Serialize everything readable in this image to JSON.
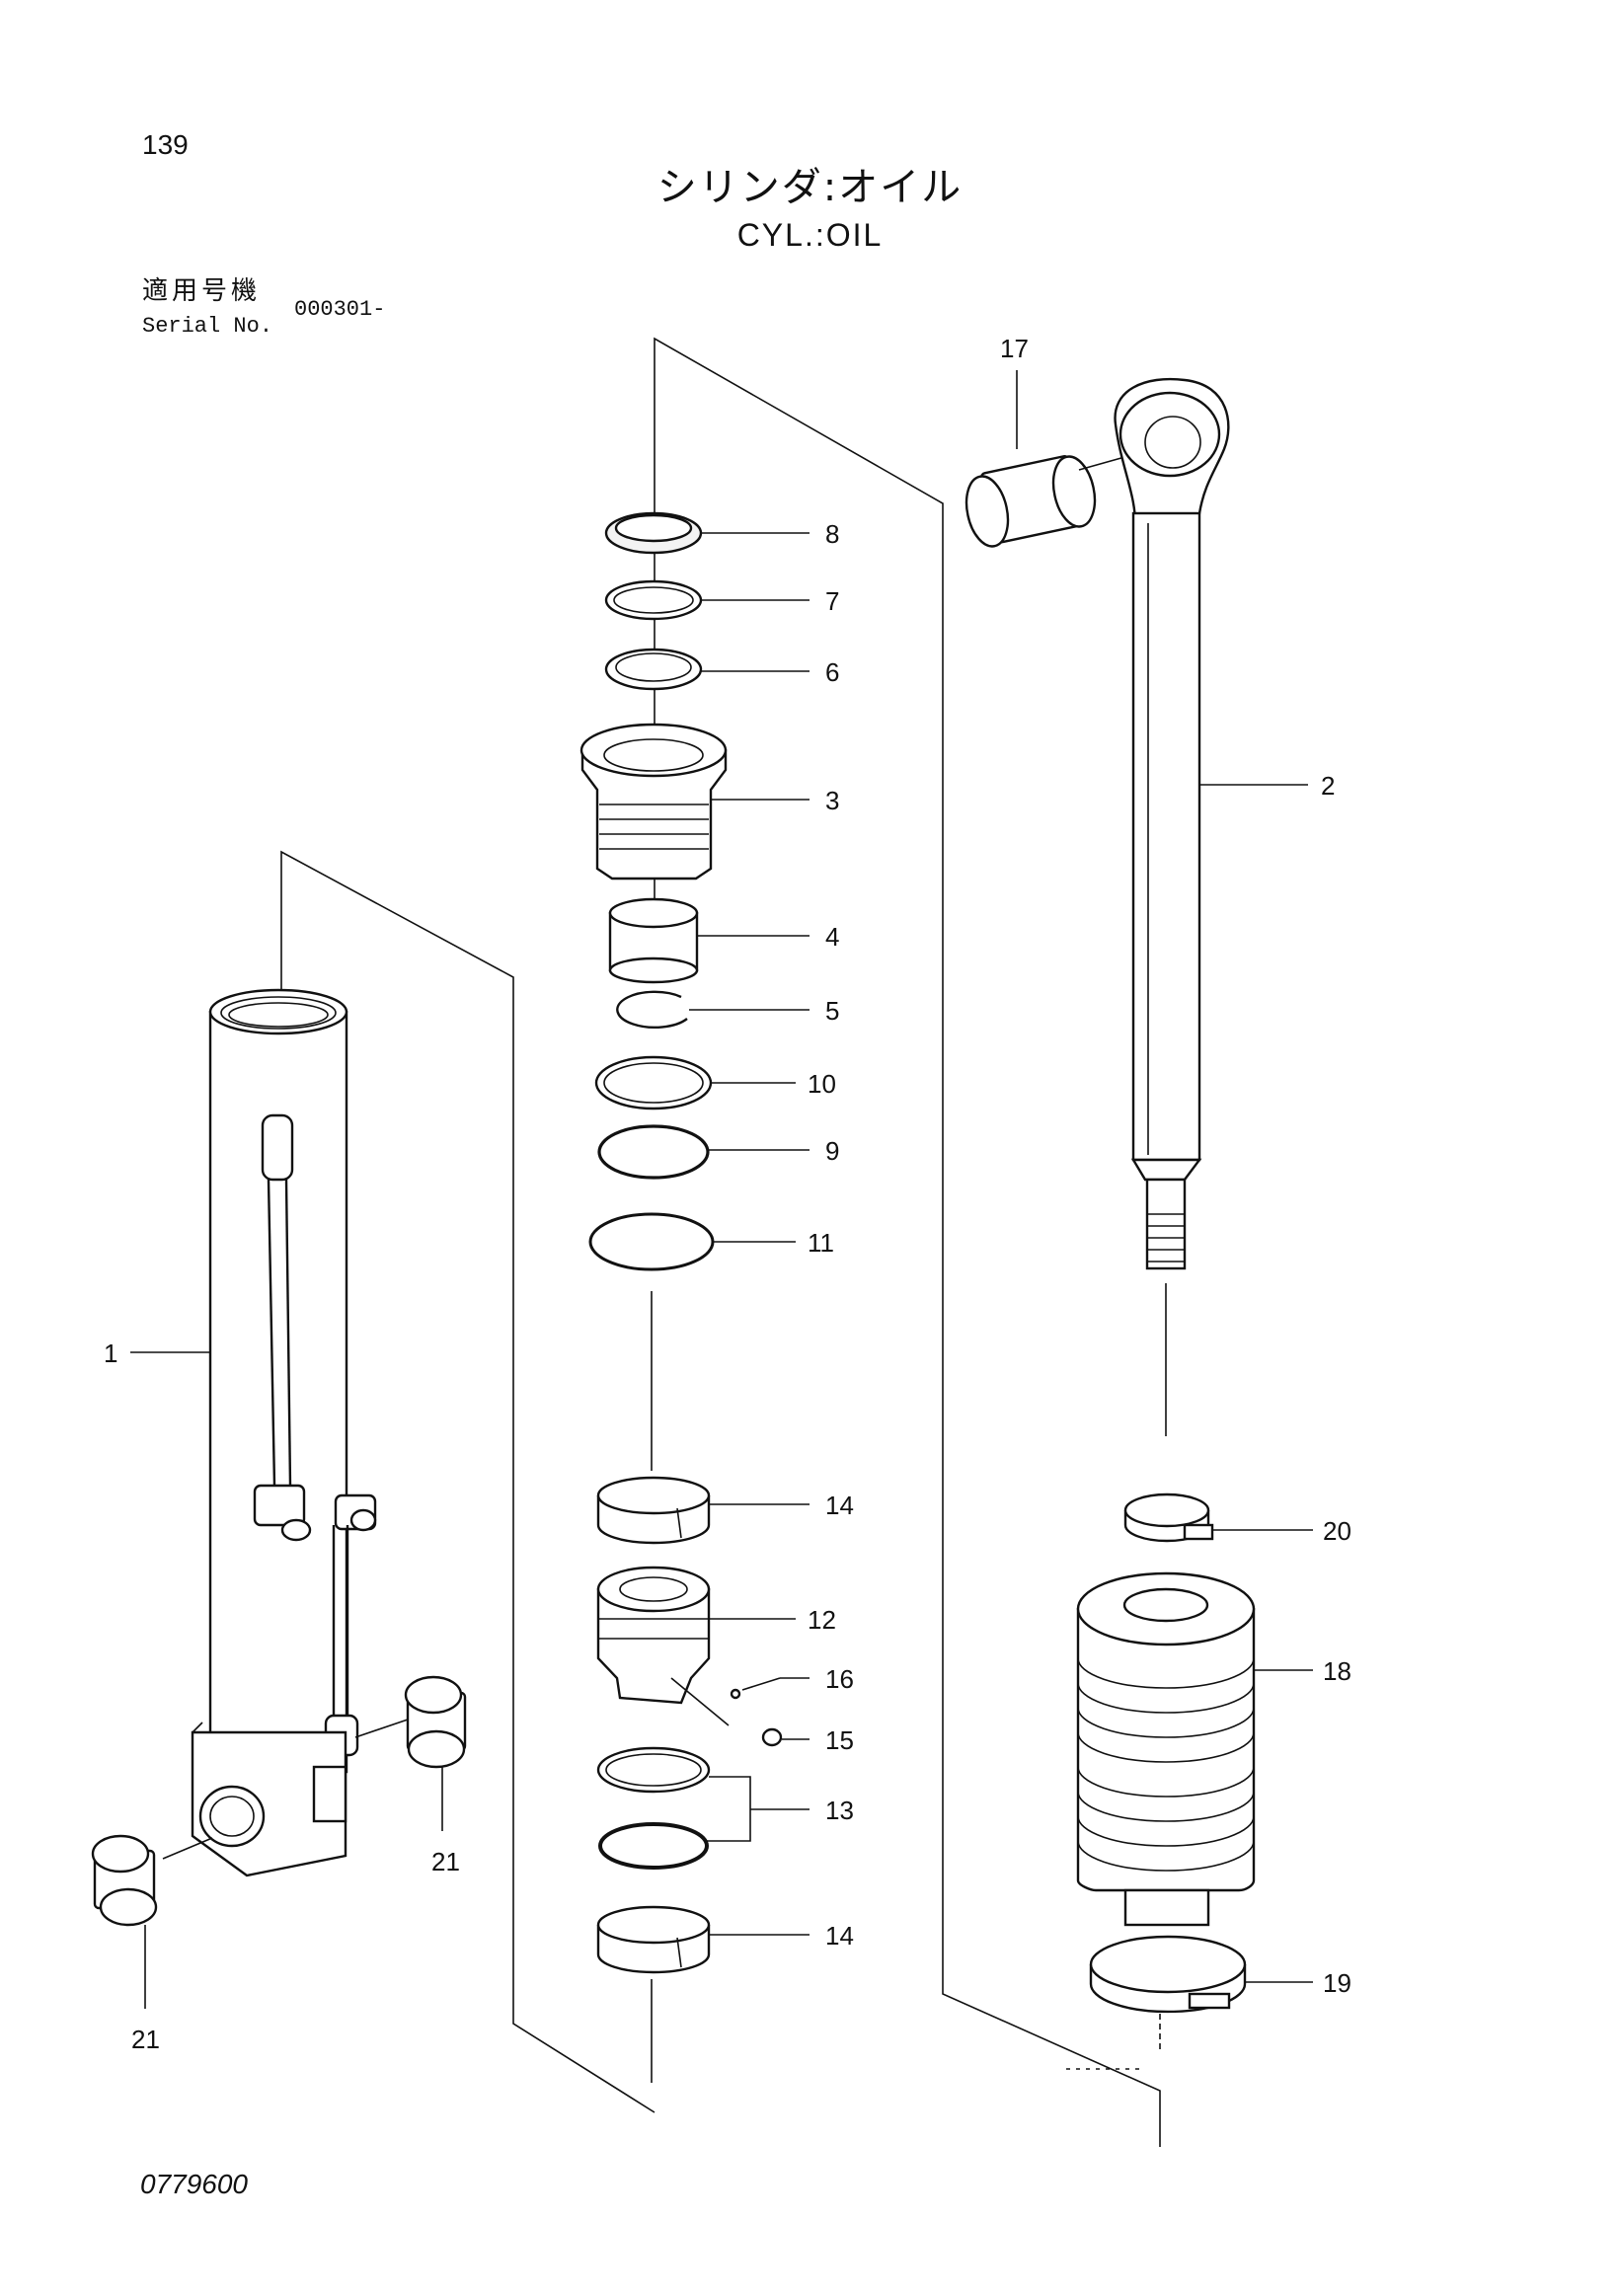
{
  "page_number": "139",
  "title_jp": "シリンダ:オイル",
  "title_en": "CYL.:OIL",
  "serial": {
    "label_jp": "適用号機",
    "label_en": "Serial No.",
    "value": "000301-"
  },
  "document_code": "0779600",
  "callouts": [
    "1",
    "2",
    "3",
    "4",
    "5",
    "6",
    "7",
    "8",
    "9",
    "10",
    "11",
    "12",
    "13",
    "14",
    "14",
    "15",
    "16",
    "17",
    "18",
    "19",
    "20",
    "21",
    "21"
  ]
}
